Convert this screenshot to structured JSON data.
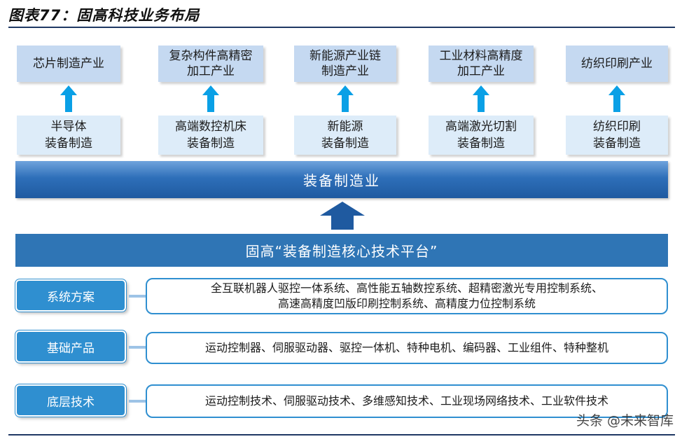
{
  "title": "图表77：固高科技业务布局",
  "industries": [
    {
      "line1": "芯片制造产业",
      "line2": ""
    },
    {
      "line1": "复杂构件高精密",
      "line2": "加工产业"
    },
    {
      "line1": "新能源产业链",
      "line2": "制造产业"
    },
    {
      "line1": "工业材料高精度",
      "line2": "加工产业"
    },
    {
      "line1": "纺织印刷产业",
      "line2": ""
    }
  ],
  "equipment": [
    {
      "line1": "半导体",
      "line2": "装备制造"
    },
    {
      "line1": "高端数控机床",
      "line2": "装备制造"
    },
    {
      "line1": "新能源",
      "line2": "装备制造"
    },
    {
      "line1": "高端激光切割",
      "line2": "装备制造"
    },
    {
      "line1": "纺织印刷",
      "line2": "装备制造"
    }
  ],
  "band_equipment": "装备制造业",
  "band_platform": "固高“装备制造核心技术平台”",
  "layers": [
    {
      "label": "系统方案",
      "line1": "全互联机器人驱控一体系统、高性能五轴数控系统、超精密激光专用控制系统、",
      "line2": "高速高精度凹版印刷控制系统、高精度力位控制系统"
    },
    {
      "label": "基础产品",
      "line1": "运动控制器、伺服驱动器、驱控一体机、特种电机、编码器、工业组件、特种整机",
      "line2": ""
    },
    {
      "label": "底层技术",
      "line1": "运动控制技术、伺服驱动技术、多维感知技术、工业现场网络技术、工业软件技术",
      "line2": ""
    }
  ],
  "watermark": "头条 @未来智库",
  "colors": {
    "arrow": "#0aa0e6",
    "dark_arrow": "#1f5aa0",
    "label_fill": "#2f8fd0",
    "band": "#2f75b5"
  }
}
